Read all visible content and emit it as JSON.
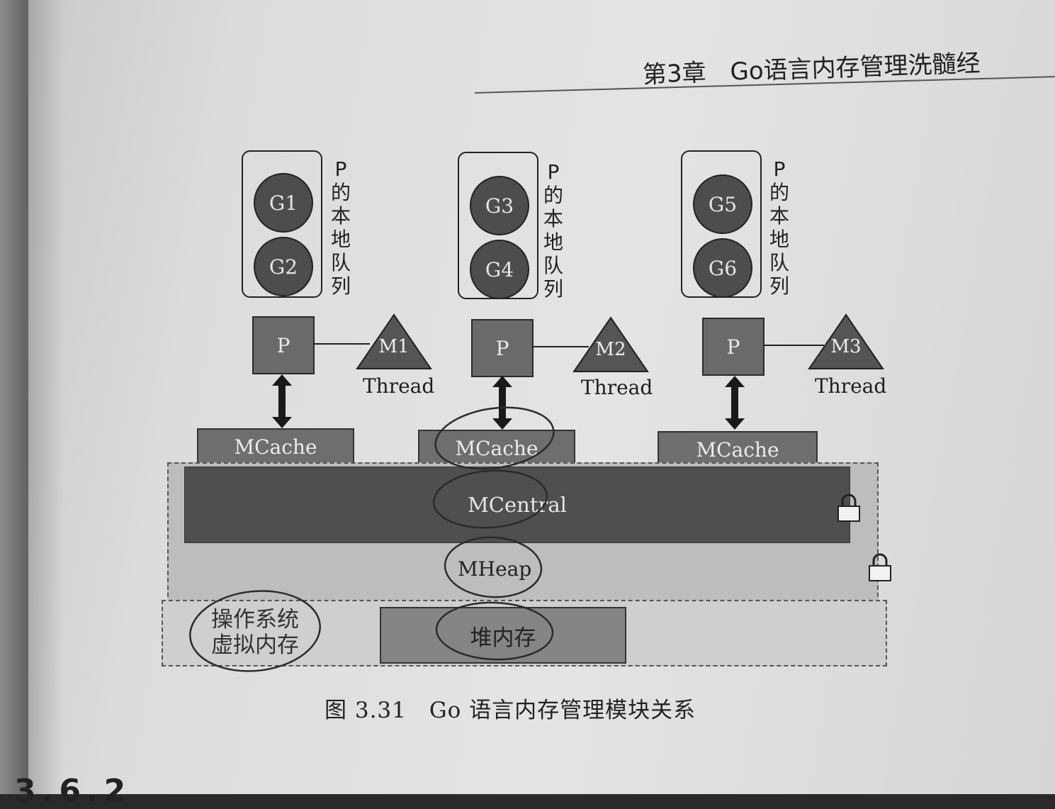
{
  "running_head": "第3章　Go语言内存管理洗髓经",
  "local_queue_label": "P的本地队列",
  "columns": [
    {
      "goroutines": [
        "G1",
        "G2"
      ],
      "p_label": "P",
      "m_label": "M1",
      "thread_label": "Thread",
      "mcache_label": "MCache"
    },
    {
      "goroutines": [
        "G3",
        "G4"
      ],
      "p_label": "P",
      "m_label": "M2",
      "thread_label": "Thread",
      "mcache_label": "MCache"
    },
    {
      "goroutines": [
        "G5",
        "G6"
      ],
      "p_label": "P",
      "m_label": "M3",
      "thread_label": "Thread",
      "mcache_label": "MCache"
    }
  ],
  "mcentral_label": "MCentral",
  "mheap_label": "MHeap",
  "os_virtual_memory_label": "操作系统虚拟内存",
  "heap_memory_label": "堆内存",
  "caption": "图 3.31　Go 语言内存管理模块关系",
  "bottom_partial_text": "3.6.2"
}
